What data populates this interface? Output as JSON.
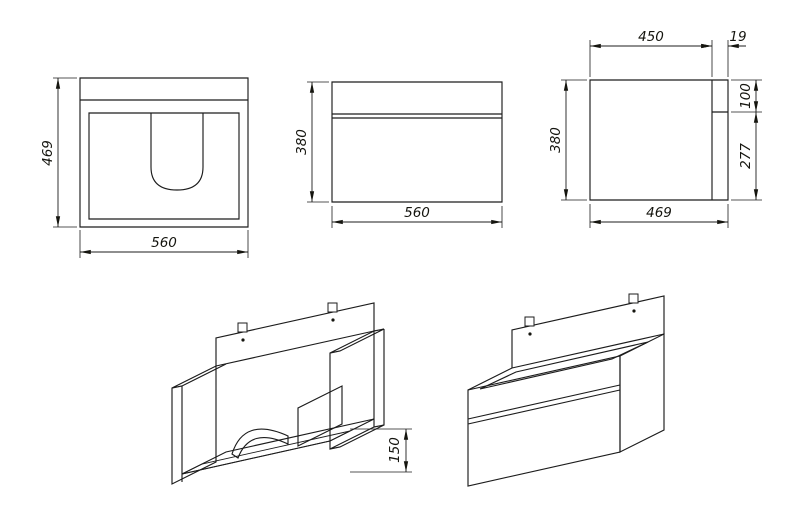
{
  "colors": {
    "line": "#1c1c1c",
    "background": "#ffffff"
  },
  "dimensions": {
    "front_view": {
      "height": "469",
      "width": "560"
    },
    "side_view": {
      "height": "380",
      "width": "560"
    },
    "back_view": {
      "top_width": "450",
      "back_panel": "19",
      "right_upper": "100",
      "right_lower": "277",
      "height": "380",
      "width": "469"
    },
    "iso_open_view": {
      "drawer_height": "150"
    }
  }
}
